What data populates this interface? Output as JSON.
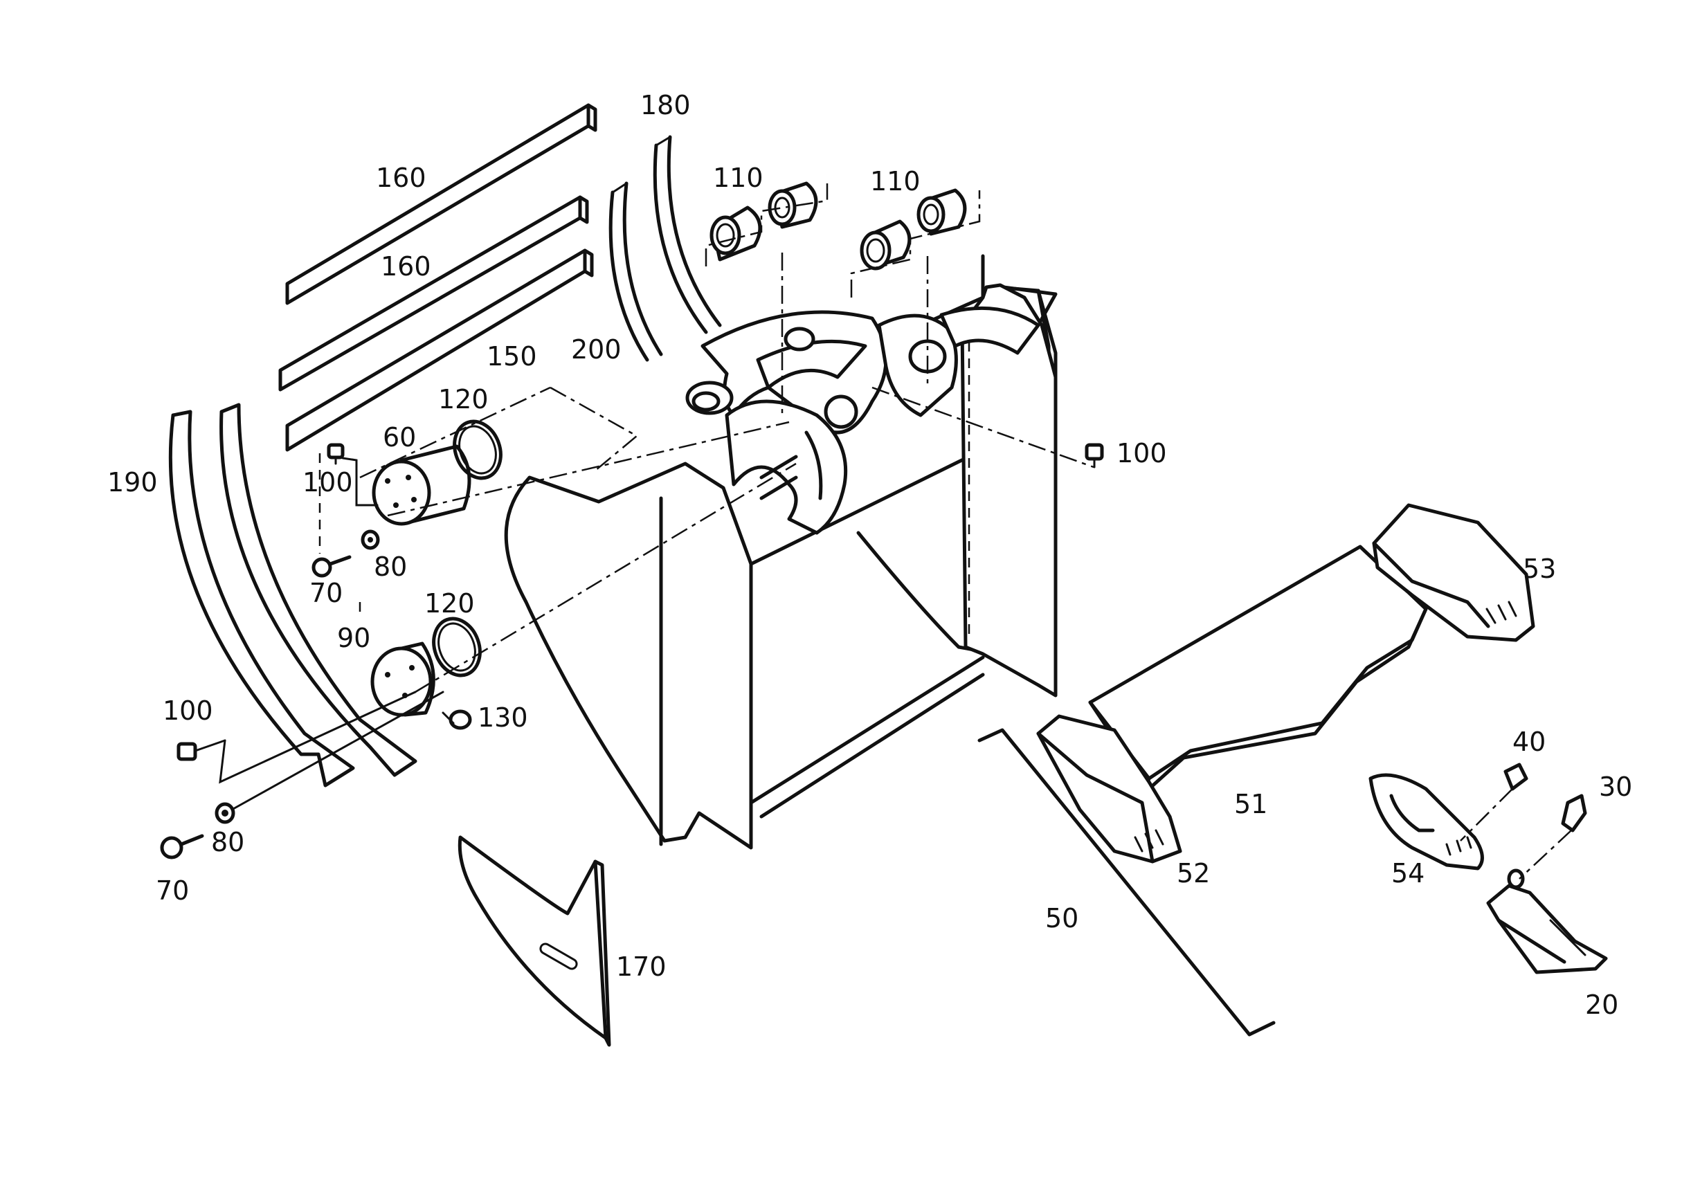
{
  "labels": {
    "l180": "180",
    "l160a": "160",
    "l160b": "160",
    "l150": "150",
    "l110a": "110",
    "l110b": "110",
    "l200": "200",
    "l120a": "120",
    "l60": "60",
    "l100a": "100",
    "l100b": "100",
    "l100c": "100",
    "l190": "190",
    "l80a": "80",
    "l70a": "70",
    "l90": "90",
    "l120b": "120",
    "l130": "130",
    "l80b": "80",
    "l70b": "70",
    "l170": "170",
    "l53": "53",
    "l51": "51",
    "l52": "52",
    "l50": "50",
    "l40": "40",
    "l30": "30",
    "l54": "54",
    "l20": "20"
  }
}
